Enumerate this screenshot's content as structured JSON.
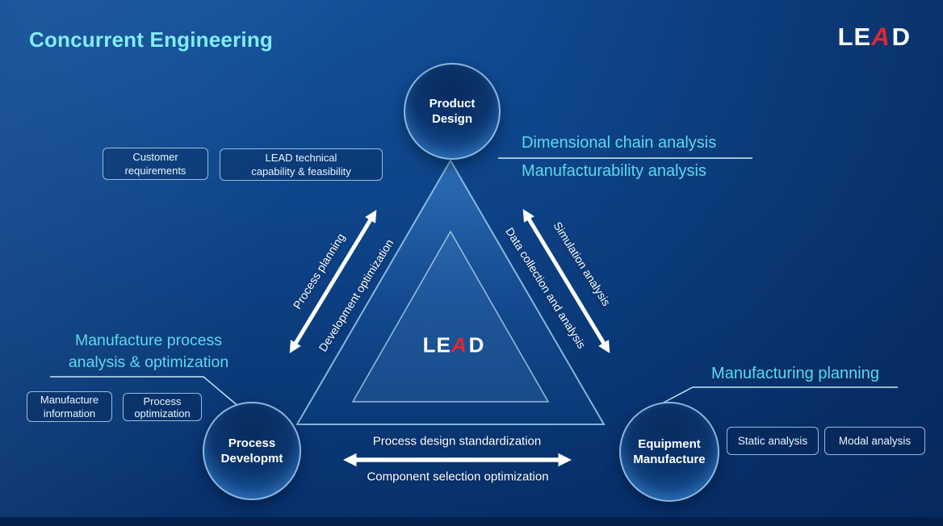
{
  "title": "Concurrent Engineering",
  "logo": {
    "le": "LE",
    "a": "A",
    "d": "D"
  },
  "nodes": {
    "product_design": {
      "lines": [
        "Product",
        "Design"
      ]
    },
    "process_development": {
      "lines": [
        "Process",
        "Developmt"
      ]
    },
    "equipment_manufacture": {
      "lines": [
        "Equipment",
        "Manufacture"
      ]
    }
  },
  "annotations": {
    "dimensional_chain": "Dimensional chain analysis",
    "manufacturability": "Manufacturability analysis",
    "manufacture_process": {
      "lines": [
        "Manufacture process",
        "analysis & optimization"
      ]
    },
    "manufacturing_planning": "Manufacturing planning"
  },
  "info_boxes": {
    "customer_requirements": {
      "lines": [
        "Customer",
        "requirements"
      ]
    },
    "lead_capability": {
      "lines": [
        "LEAD technical",
        "capability & feasibility"
      ]
    },
    "manufacture_information": {
      "lines": [
        "Manufacture",
        "information"
      ]
    },
    "process_optimization": {
      "lines": [
        "Process",
        "optimization"
      ]
    },
    "static_analysis": {
      "label": "Static analysis"
    },
    "modal_analysis": {
      "label": "Modal analysis"
    }
  },
  "edge_labels": {
    "process_planning": "Process planning",
    "development_optimization": "Development optimization",
    "simulation_analysis": "Simulation analysis",
    "data_collection": "Data collection and analysis",
    "process_design_standardization": "Process design standardization",
    "component_selection_optimization": "Component selection optimization"
  },
  "colors": {
    "accent_cyan": "#5cd9ee",
    "title_cyan": "#82ecf8",
    "logo_red": "#e8262d",
    "background_blue": "#0b3d7e",
    "arrow_white": "#ffffff"
  }
}
